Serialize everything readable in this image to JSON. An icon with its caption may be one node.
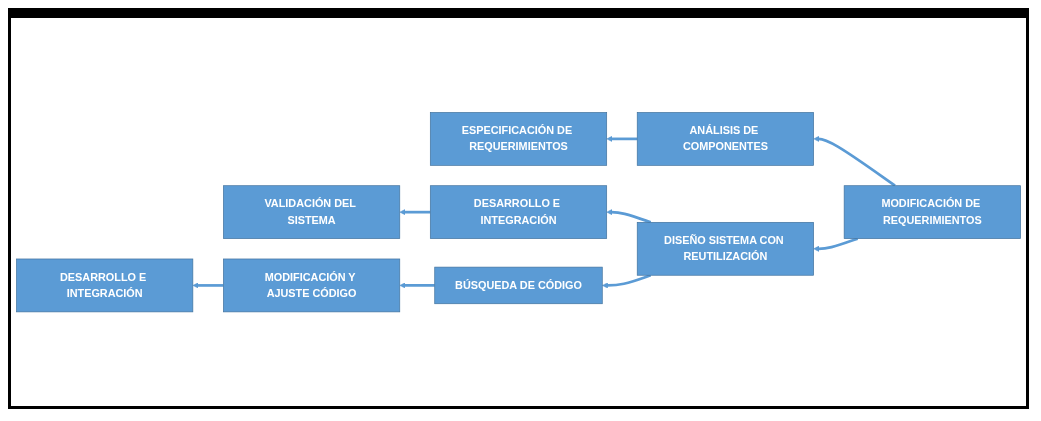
{
  "diagram": {
    "nodes": [
      {
        "text": [
          "ESPECIFICACIÓN DE REQUERIMIENTOS"
        ]
      },
      {
        "text": [
          "ANÁLISIS DE COMPONENTES"
        ]
      },
      {
        "text": [
          "MODIFICACIÓN DE REQUERIMIENTOS"
        ]
      },
      {
        "text": [
          "VALIDACIÓN DEL SISTEMA"
        ]
      },
      {
        "text": [
          "DESARROLLO E INTEGRACIÓN"
        ]
      },
      {
        "text": [
          "DISEÑO SISTEMA CON REUTILIZACIÓN"
        ]
      },
      {
        "text": [
          "DESARROLLO E INTEGRACIÓN"
        ]
      },
      {
        "text": [
          "MODIFICACIÓN Y AJUSTE CÓDIGO"
        ]
      },
      {
        "text": [
          "BÚSQUEDA DE CÓDIGO"
        ]
      }
    ],
    "edges": [
      {
        "from": 2,
        "to": 1,
        "arrow": "to"
      },
      {
        "from": 1,
        "to": 0,
        "arrow": "to"
      },
      {
        "from": 2,
        "to": 5,
        "arrow": "to"
      },
      {
        "from": 5,
        "to": 4,
        "arrow": "to"
      },
      {
        "from": 4,
        "to": 3,
        "arrow": "to"
      },
      {
        "from": 5,
        "to": 8,
        "arrow": "to"
      },
      {
        "from": 8,
        "to": 7,
        "arrow": "to"
      },
      {
        "from": 7,
        "to": 6,
        "arrow": "to"
      }
    ]
  }
}
